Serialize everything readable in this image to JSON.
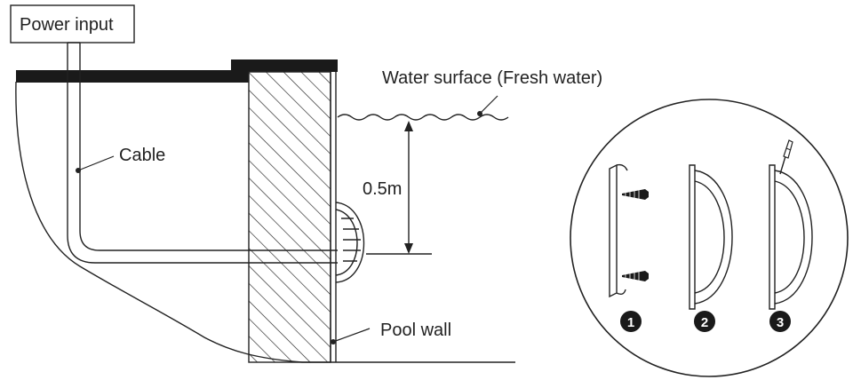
{
  "labels": {
    "power_input": "Power input",
    "water_surface": "Water surface (Fresh water)",
    "cable": "Cable",
    "depth": "0.5m",
    "pool_wall": "Pool wall"
  },
  "steps": [
    "1",
    "2",
    "3"
  ],
  "colors": {
    "ink": "#222222",
    "background": "#ffffff",
    "step_badge": "#1a1a1a"
  }
}
